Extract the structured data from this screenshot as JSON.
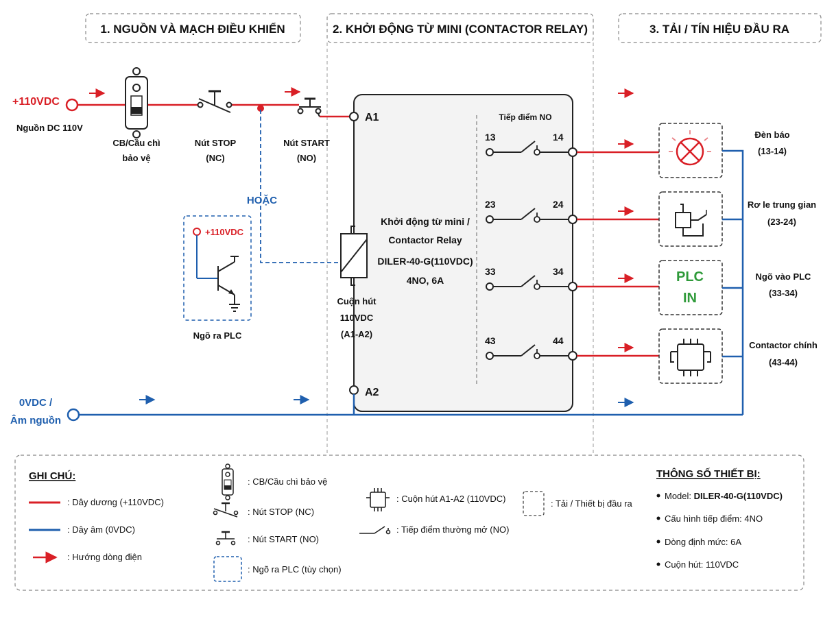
{
  "headers": {
    "s1": "1. NGUỒN VÀ MẠCH ĐIỀU KHIỂN",
    "s2": "2. KHỞI ĐỘNG TỪ MINI (CONTACTOR RELAY)",
    "s3": "3. TẢI / TÍN HIỆU ĐẦU RA"
  },
  "power": {
    "pos_label": "+110VDC",
    "pos_sub": "Nguồn DC 110V",
    "neg_label_1": "0VDC /",
    "neg_label_2": "Âm nguồn"
  },
  "components": {
    "cb_1": "CB/Cầu chì",
    "cb_2": "bảo vệ",
    "stop_1": "Nút STOP",
    "stop_2": "(NC)",
    "start_1": "Nút START",
    "start_2": "(NO)",
    "or_label": "HOẶC",
    "plc_v": "+110VDC",
    "plc_out": "Ngõ ra PLC"
  },
  "contactor": {
    "a1": "A1",
    "a2": "A2",
    "contacts_title": "Tiếp điểm NO",
    "desc": [
      "Khởi động từ mini /",
      "Contactor Relay",
      "DILER-40-G(110VDC)",
      "4NO, 6A"
    ],
    "coil": [
      "Cuộn hút",
      "110VDC",
      "(A1-A2)"
    ],
    "terminals": [
      {
        "left": "13",
        "right": "14"
      },
      {
        "left": "23",
        "right": "24"
      },
      {
        "left": "33",
        "right": "34"
      },
      {
        "left": "43",
        "right": "44"
      }
    ]
  },
  "loads": [
    {
      "l1": "Đèn báo",
      "l2": "(13-14)"
    },
    {
      "l1": "Rơ le trung gian",
      "l2": "(23-24)"
    },
    {
      "l1": "Ngõ vào PLC",
      "l2": "(33-34)"
    },
    {
      "l1": "Contactor chính",
      "l2": "(43-44)"
    }
  ],
  "plc_box": {
    "l1": "PLC",
    "l2": "IN"
  },
  "legend": {
    "title": "GHI CHÚ:",
    "pos_wire": ": Dây dương (+110VDC)",
    "neg_wire": ": Dây âm (0VDC)",
    "flow": ": Hướng dòng điện",
    "cb": ": CB/Cầu chì bảo vệ",
    "stop": ": Nút STOP (NC)",
    "start": ": Nút START (NO)",
    "plc": ": Ngõ ra PLC (tùy chọn)",
    "coil": ": Cuộn hút A1-A2 (110VDC)",
    "no_contact": ": Tiếp điểm thường mở (NO)",
    "load": ": Tải / Thiết bị đầu ra"
  },
  "specs": {
    "title": "THÔNG SỐ THIẾT BỊ:",
    "model_k": "Model: ",
    "model_v": "DILER-40-G(110VDC)",
    "config": "Cấu hình tiếp điểm: 4NO",
    "current": "Dòng định mức: 6A",
    "coil": "Cuộn hút: 110VDC"
  },
  "colors": {
    "positive": "#d91f26",
    "negative": "#1f5fae",
    "plc": "#2f9a3a"
  }
}
